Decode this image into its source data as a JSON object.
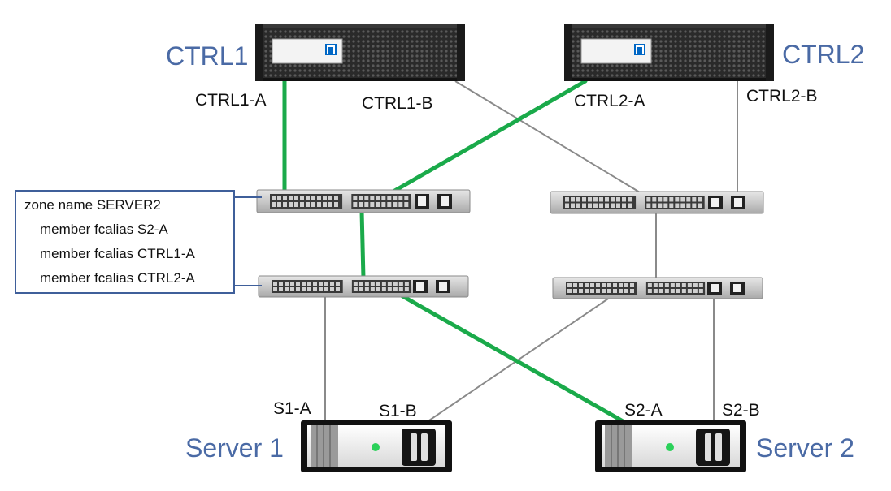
{
  "controllers": {
    "ctrl1": {
      "name": "CTRL1",
      "port_a": "CTRL1-A",
      "port_b": "CTRL1-B"
    },
    "ctrl2": {
      "name": "CTRL2",
      "port_a": "CTRL2-A",
      "port_b": "CTRL2-B"
    }
  },
  "servers": {
    "server1": {
      "name": "Server 1",
      "port_a": "S1-A",
      "port_b": "S1-B"
    },
    "server2": {
      "name": "Server 2",
      "port_a": "S2-A",
      "port_b": "S2-B"
    }
  },
  "zone": {
    "title": "zone name SERVER2",
    "members": [
      "member fcalias S2-A",
      "member fcalias CTRL1-A",
      "member fcalias CTRL2-A"
    ]
  },
  "colors": {
    "label_blue": "#4a6aa5",
    "highlight_path": "#1aaa4a",
    "standard_path": "#8a8a8a",
    "zone_border": "#3f5f9a"
  }
}
